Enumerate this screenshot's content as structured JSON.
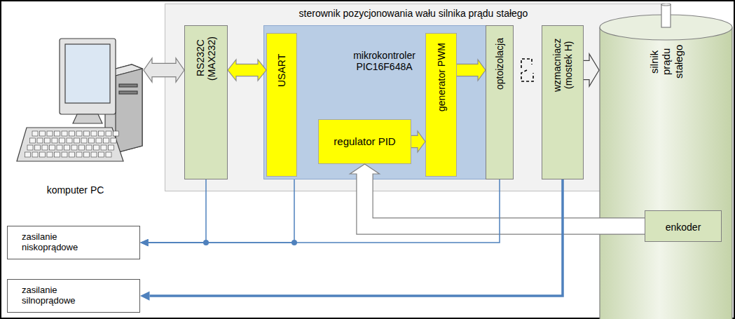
{
  "diagram": {
    "nodes": [
      {
        "text": [
          "sterownik pozycjonowania wału silnika prądu stałego"
        ]
      },
      {
        "text": [
          "RS232C (MAX232)"
        ],
        "in": 0
      },
      {
        "text": [
          "mikrokontroler PIC16F648A"
        ],
        "in": 0
      },
      {
        "text": [
          "USART"
        ],
        "in": 2
      },
      {
        "text": [
          "regulator PID"
        ],
        "in": 2
      },
      {
        "text": [
          "generator PWM"
        ],
        "in": 2
      },
      {
        "text": [
          "optoizolacja"
        ],
        "in": 0
      },
      {
        "text": [
          "wzmacniacz (mostek H)"
        ],
        "in": 0
      },
      {
        "text": [
          "silnik prądu stałego"
        ]
      },
      {
        "text": [
          "enkoder"
        ],
        "in": 8
      },
      {
        "text": [
          "komputer PC"
        ]
      },
      {
        "text": [
          "zasilanie niskoprądowe"
        ]
      },
      {
        "text": [
          "zasilanie silnoprądowe"
        ]
      }
    ],
    "edges": [
      {
        "from": 10,
        "to": 1,
        "arrow": "both"
      },
      {
        "from": 1,
        "to": 3,
        "arrow": "both"
      },
      {
        "from": 4,
        "to": 5,
        "arrow": "to"
      },
      {
        "from": 5,
        "to": 6,
        "arrow": "to"
      },
      {
        "from": 7,
        "to": 8,
        "arrow": "to"
      },
      {
        "from": 9,
        "to": 4,
        "arrow": "to"
      },
      {
        "from": 1,
        "to": 11,
        "arrow": "to"
      },
      {
        "from": 2,
        "to": 11,
        "arrow": "to"
      },
      {
        "from": 6,
        "to": 11,
        "arrow": "to"
      },
      {
        "from": 7,
        "to": 12,
        "arrow": "to"
      }
    ]
  }
}
